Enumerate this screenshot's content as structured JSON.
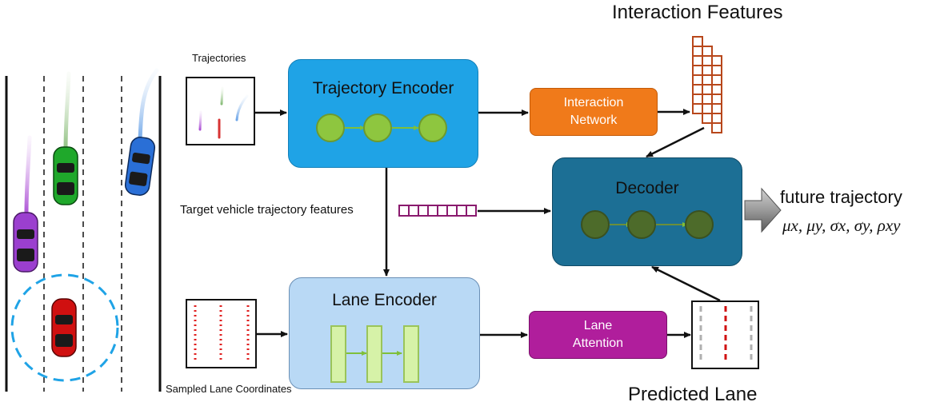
{
  "scene": {
    "cars": [
      {
        "name": "purple-car",
        "color": "#9b3fcf"
      },
      {
        "name": "green-car",
        "color": "#1fa82b"
      },
      {
        "name": "blue-car",
        "color": "#2a6fd6"
      },
      {
        "name": "red-car",
        "color": "#d01010"
      }
    ]
  },
  "inputs": {
    "trajectories_label": "Trajectories",
    "lane_coords_label": "Sampled Lane Coordinates",
    "target_features_label": "Target vehicle trajectory features"
  },
  "blocks": {
    "trajectory_encoder": "Trajectory Encoder",
    "lane_encoder": "Lane Encoder",
    "decoder": "Decoder",
    "interaction_network_line1": "Interaction",
    "interaction_network_line2": "Network",
    "lane_attention_line1": "Lane",
    "lane_attention_line2": "Attention"
  },
  "outputs": {
    "interaction_features": "Interaction Features",
    "predicted_lane": "Predicted Lane",
    "future_trajectory": "future trajectory",
    "distribution_params": "μx, μy, σx, σy, ρxy"
  },
  "colors": {
    "trajectory_encoder_fill": "#1fa3e6",
    "lane_encoder_fill": "#b9d9f5",
    "decoder_fill": "#1c6f95",
    "interaction_network_fill": "#f07a1a",
    "lane_attention_fill": "#b01e9c",
    "interaction_features_stroke": "#b8471b",
    "target_features_stroke": "#8a1a6e",
    "lstm_node_fill": "#8ec63f",
    "decoder_node_fill": "#4d6b2a"
  }
}
